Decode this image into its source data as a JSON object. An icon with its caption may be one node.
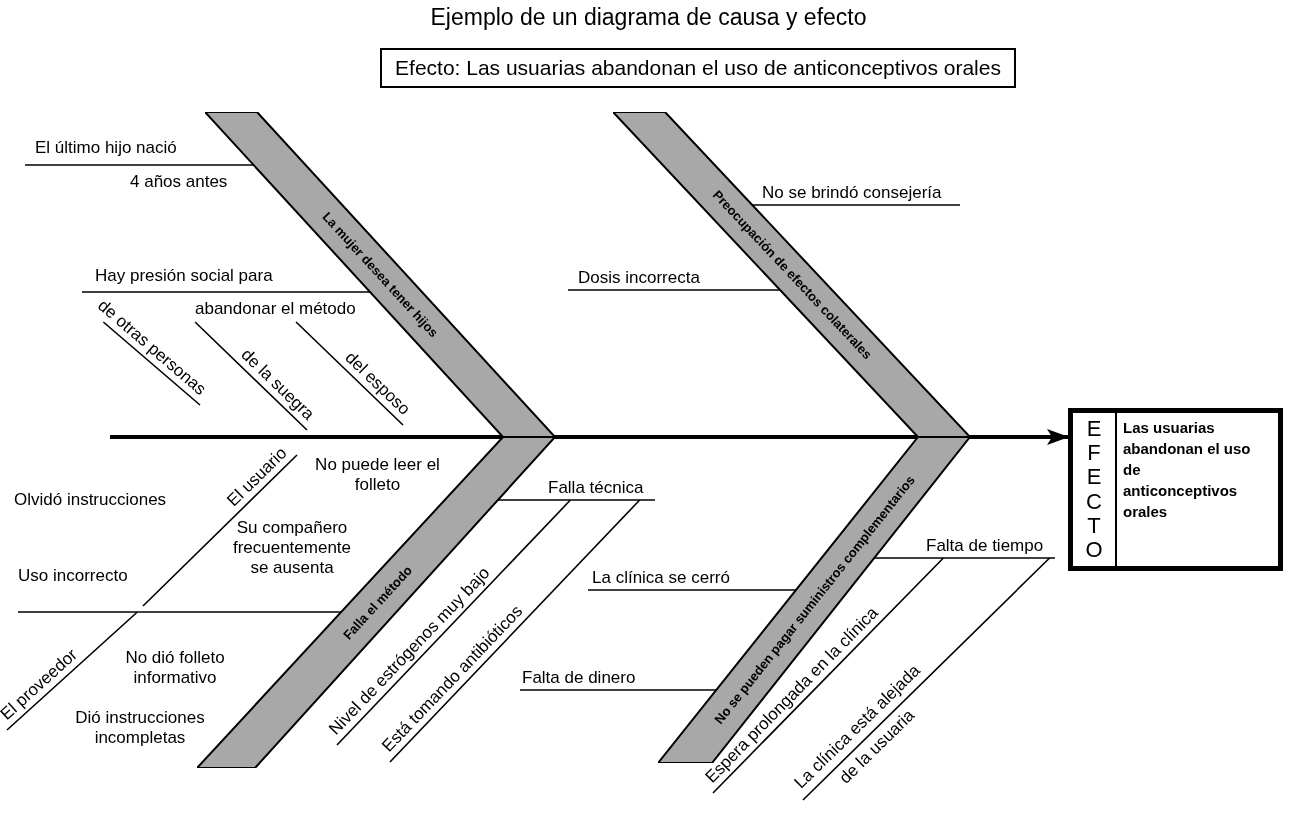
{
  "diagram": {
    "title": "Ejemplo de un diagrama de causa y efecto",
    "nodes": [
      {
        "text": [
          "Efecto: Las usuarias abandonan el uso de anticonceptivos orales"
        ]
      },
      {
        "text": [
          "La mujer desea tener hijos"
        ]
      },
      {
        "text": [
          "Preocupación de efectos colaterales"
        ]
      },
      {
        "text": [
          "Falla el método"
        ]
      },
      {
        "text": [
          "No se pueden pagar suministros complementarios"
        ]
      },
      {
        "text": [
          "EFECTO",
          "Las usuarias abandonan el uso de anticonceptivos orales"
        ]
      },
      {
        "text": [
          "El último hijo nació",
          "4 años antes"
        ]
      },
      {
        "text": [
          "Hay presión social para",
          "abandonar el método"
        ]
      },
      {
        "text": [
          "de otras personas"
        ]
      },
      {
        "text": [
          "de la suegra"
        ]
      },
      {
        "text": [
          "del esposo"
        ]
      },
      {
        "text": [
          "No se brindó consejería"
        ]
      },
      {
        "text": [
          "Dosis incorrecta"
        ]
      },
      {
        "text": [
          "Uso incorrecto"
        ]
      },
      {
        "text": [
          "El usuario"
        ]
      },
      {
        "text": [
          "El proveedor"
        ]
      },
      {
        "text": [
          "Falla técnica"
        ]
      },
      {
        "text": [
          "Nivel de estrógenos muy bajo"
        ]
      },
      {
        "text": [
          "Está tomando antibióticos"
        ]
      },
      {
        "text": [
          "La clínica se cerró"
        ]
      },
      {
        "text": [
          "Falta de dinero"
        ]
      },
      {
        "text": [
          "Falta de tiempo"
        ]
      },
      {
        "text": [
          "Espera prolongada en la clínica"
        ]
      },
      {
        "text": [
          "La clínica está alejada",
          "de la usuaria"
        ]
      }
    ],
    "edges": [
      {
        "from": null,
        "to": 5,
        "arrow": "to",
        "style": "thick"
      },
      {
        "from": 6,
        "to": 1,
        "arrow": "none"
      },
      {
        "from": 7,
        "to": 1,
        "arrow": "none"
      },
      {
        "from": 8,
        "to": 7,
        "arrow": "none"
      },
      {
        "from": 9,
        "to": 7,
        "arrow": "none"
      },
      {
        "from": 10,
        "to": 7,
        "arrow": "none"
      },
      {
        "from": 11,
        "to": 2,
        "arrow": "none"
      },
      {
        "from": 12,
        "to": 2,
        "arrow": "none"
      },
      {
        "from": 13,
        "to": 3,
        "arrow": "none"
      },
      {
        "from": 14,
        "to": 13,
        "arrow": "none"
      },
      {
        "from": 15,
        "to": 13,
        "arrow": "none"
      },
      {
        "from": 16,
        "to": 3,
        "arrow": "none"
      },
      {
        "from": 17,
        "to": 16,
        "arrow": "none"
      },
      {
        "from": 18,
        "to": 16,
        "arrow": "none"
      },
      {
        "from": 19,
        "to": 4,
        "arrow": "none"
      },
      {
        "from": 20,
        "to": 4,
        "arrow": "none"
      },
      {
        "from": 21,
        "to": 4,
        "arrow": "none"
      },
      {
        "from": 22,
        "to": 21,
        "arrow": "none"
      },
      {
        "from": 23,
        "to": 21,
        "arrow": "none"
      }
    ],
    "labels": [
      "Olvidó instrucciones",
      "No puede leer el folleto",
      "Su compañero frecuentemente se ausenta",
      "No dió folleto informativo",
      "Dió instrucciones incompletas"
    ]
  }
}
